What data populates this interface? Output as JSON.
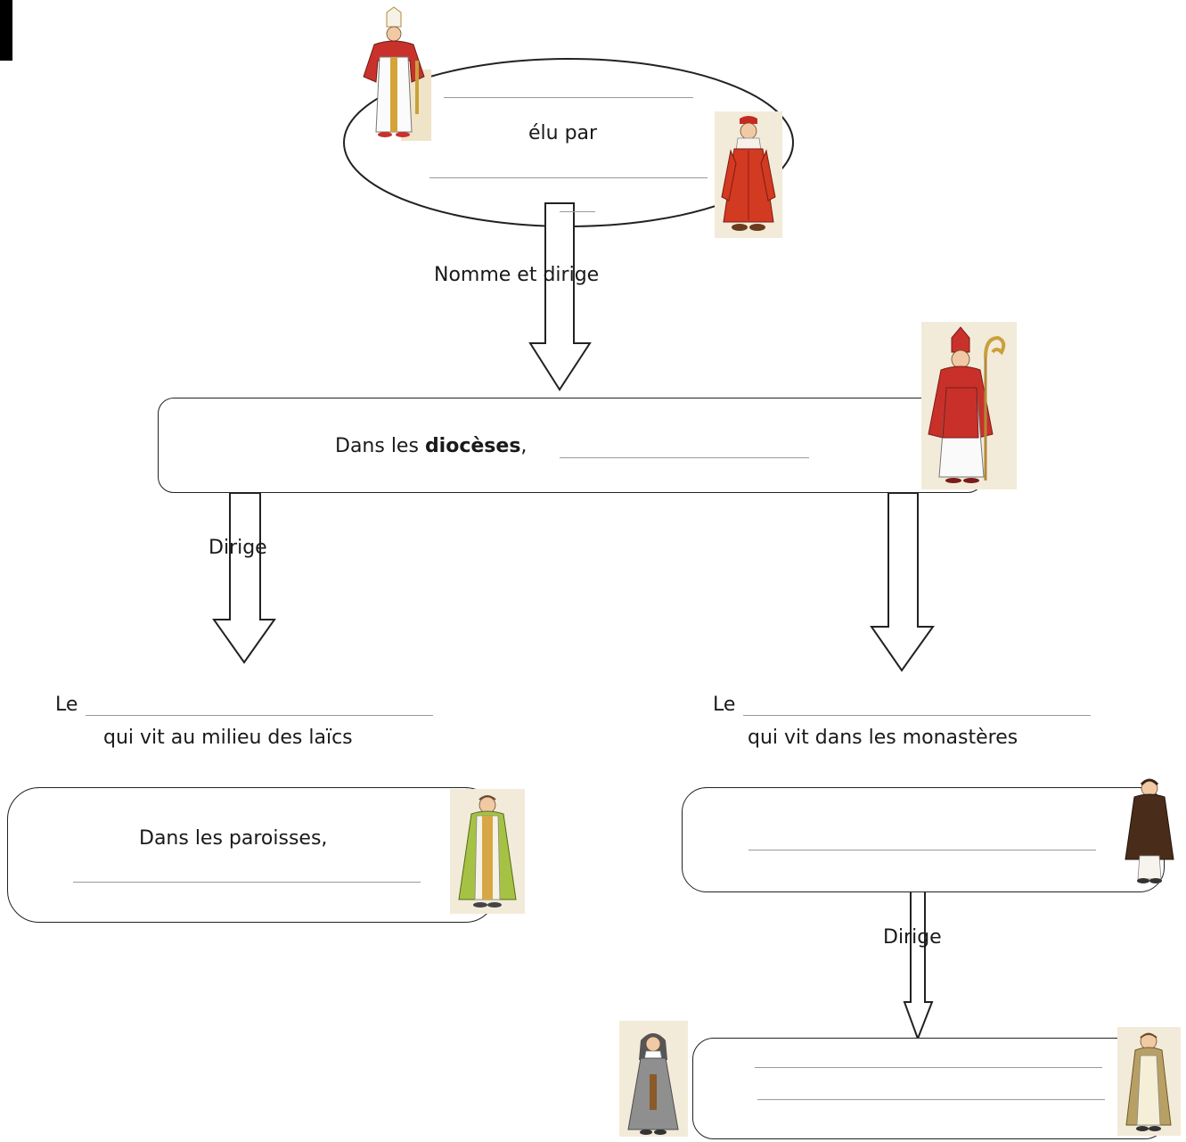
{
  "top": {
    "elected_by": "élu par",
    "arrow_label": "Nomme et dirige"
  },
  "diocese": {
    "prefix": "Dans les ",
    "bold": "diocèses",
    "suffix": ","
  },
  "left_branch": {
    "arrow_label": "Dirige",
    "le": "Le",
    "description": "qui vit au milieu des laïcs",
    "box_text": "Dans les paroisses,"
  },
  "right_branch": {
    "le": "Le",
    "description": "qui vit dans les monastères",
    "arrow_label": "Dirige"
  },
  "figures": [
    "pope-figure",
    "cardinal-figure",
    "bishop-figure",
    "priest-figure",
    "monk-figure",
    "nun-figure",
    "lay-brother-figure"
  ]
}
